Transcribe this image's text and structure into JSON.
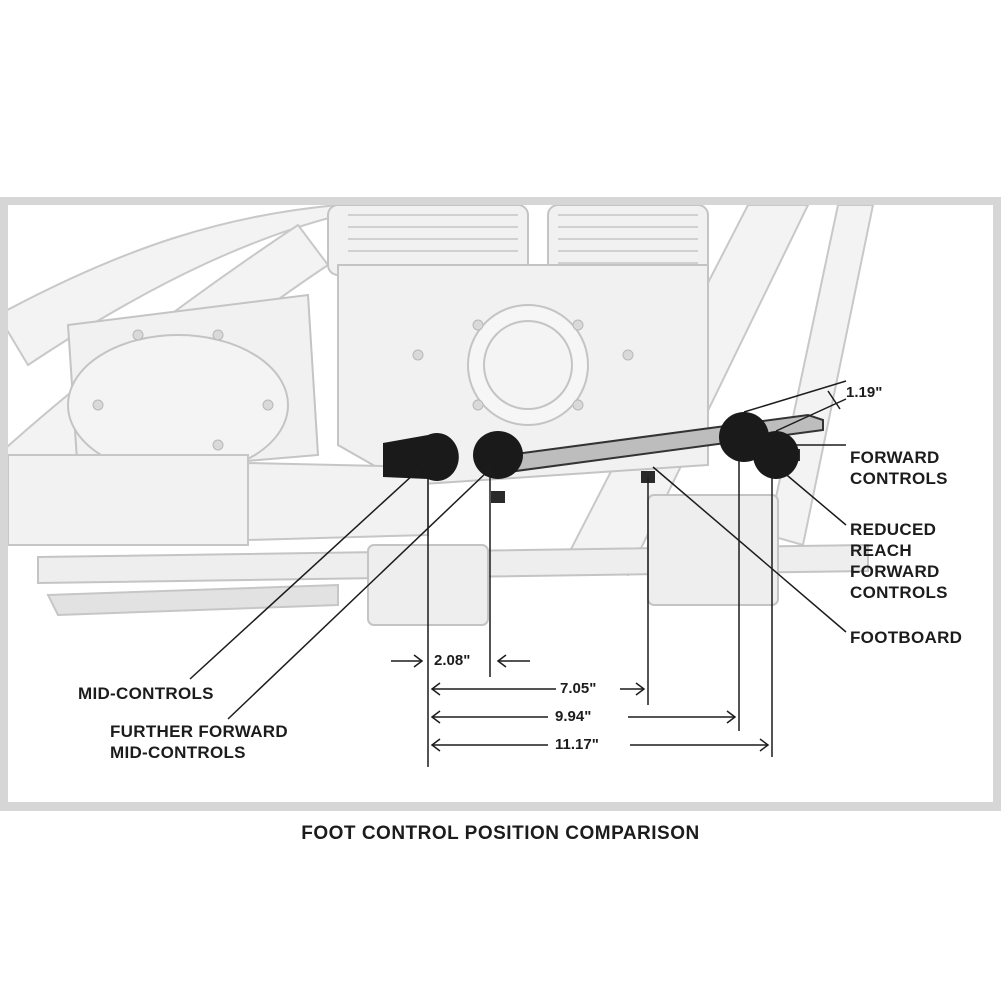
{
  "caption": "FOOT CONTROL POSITION COMPARISON",
  "labels": {
    "mid_controls": "MID-CONTROLS",
    "further_forward": "FURTHER FORWARD\nMID-CONTROLS",
    "forward_controls": "FORWARD\nCONTROLS",
    "reduced_reach": "REDUCED\nREACH\nFORWARD\nCONTROLS",
    "footboard": "FOOTBOARD"
  },
  "dimensions": {
    "offset_further_forward": "2.08\"",
    "to_footboard": "7.05\"",
    "to_reduced_reach": "9.94\"",
    "to_forward_controls": "11.17\"",
    "vertical_drop": "1.19\""
  },
  "colors": {
    "frame_border": "#d6d6d6",
    "motorcycle_line": "#c4c4c4",
    "peg": "#1a1a1a",
    "text": "#1c1c1c"
  }
}
